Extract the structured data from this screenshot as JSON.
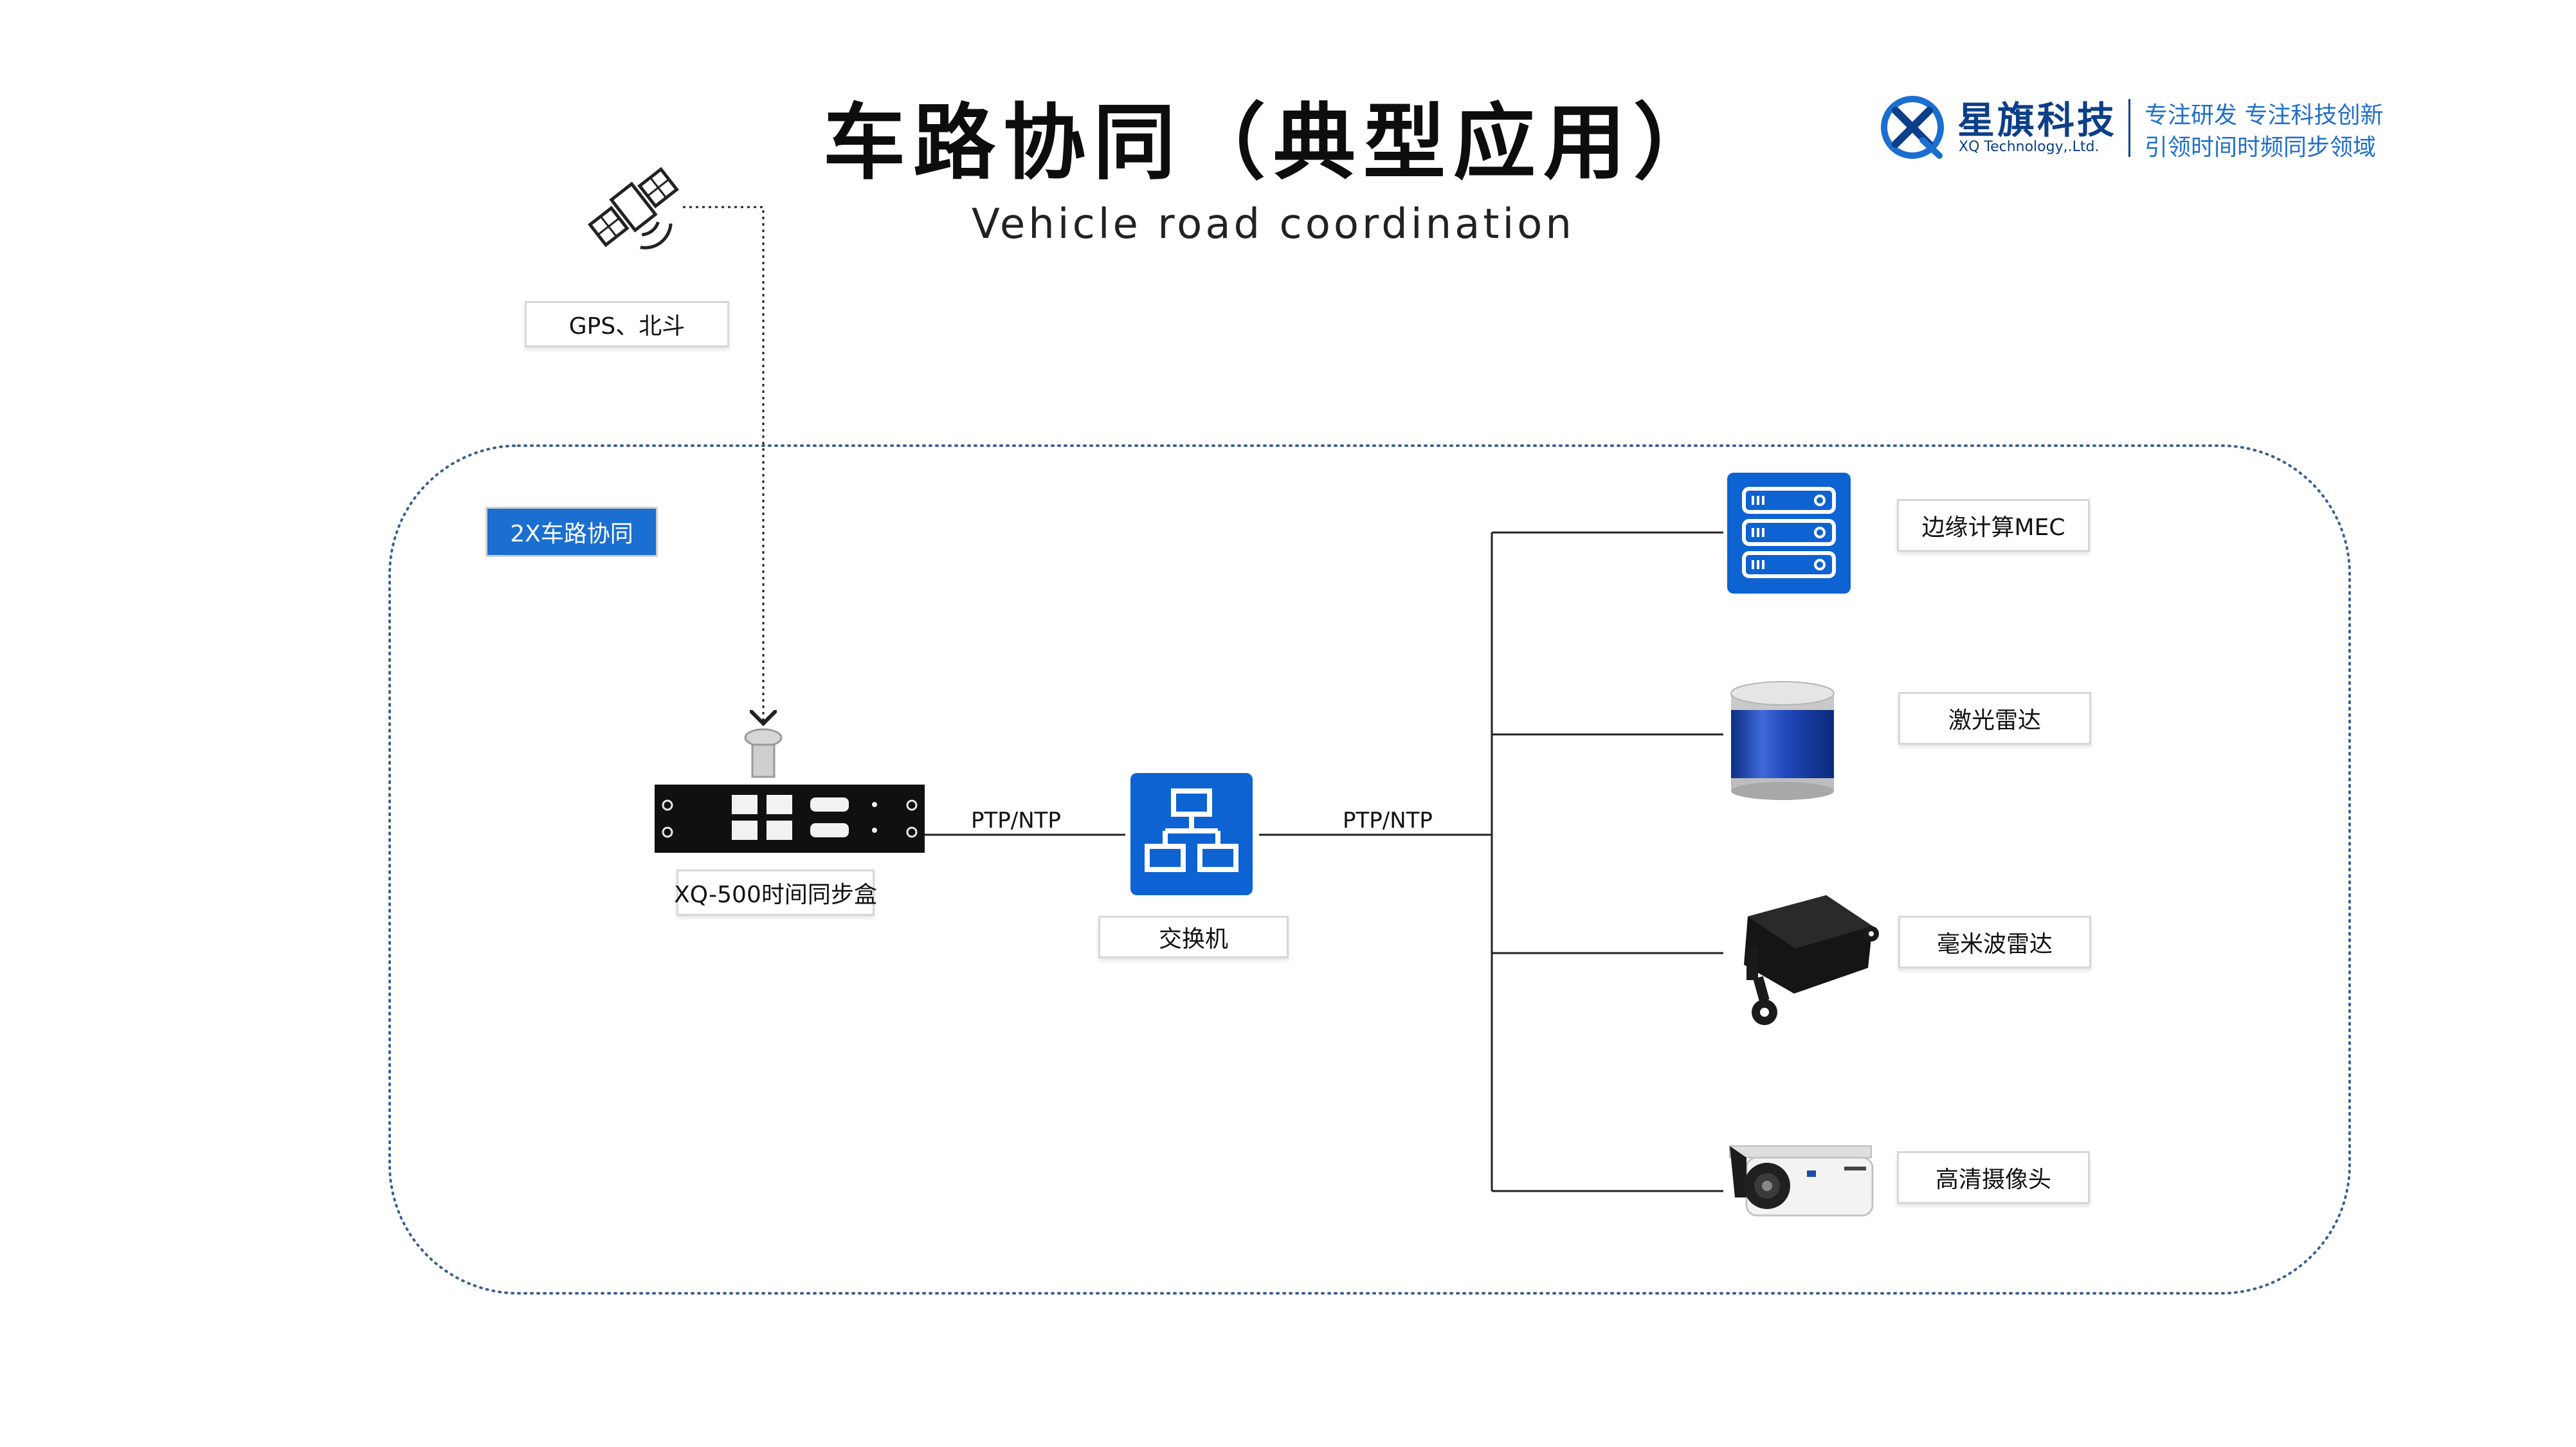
{
  "header": {
    "title": "车路协同（典型应用）",
    "subtitle": "Vehicle road coordination"
  },
  "logo": {
    "icon": "xq-logo-icon",
    "brand_name": "星旗科技",
    "brand_en": "XQ Technology,.Ltd.",
    "slogan_line1": "专注研发 专注科技创新",
    "slogan_line2": "引领时间时频同步领域"
  },
  "diagram": {
    "satellite": {
      "icon": "satellite-icon",
      "label": "GPS、北斗"
    },
    "zone_label": "2X车路协同",
    "sync_box": {
      "icon": "sync-box-device-icon",
      "antenna_icon": "gnss-antenna-icon",
      "label": "XQ-500时间同步盒"
    },
    "switch": {
      "icon": "network-switch-icon",
      "label": "交换机"
    },
    "links": {
      "left": "PTP/NTP",
      "right": "PTP/NTP"
    },
    "devices": [
      {
        "icon": "server-rack-icon",
        "label": "边缘计算MEC"
      },
      {
        "icon": "lidar-icon",
        "label": "激光雷达"
      },
      {
        "icon": "radar-module-icon",
        "label": "毫米波雷达"
      },
      {
        "icon": "camera-icon",
        "label": "高清摄像头"
      }
    ]
  },
  "colors": {
    "accent": "#1a6fd0",
    "dotted_border": "#3a5f95",
    "brand": "#0c3f88"
  }
}
